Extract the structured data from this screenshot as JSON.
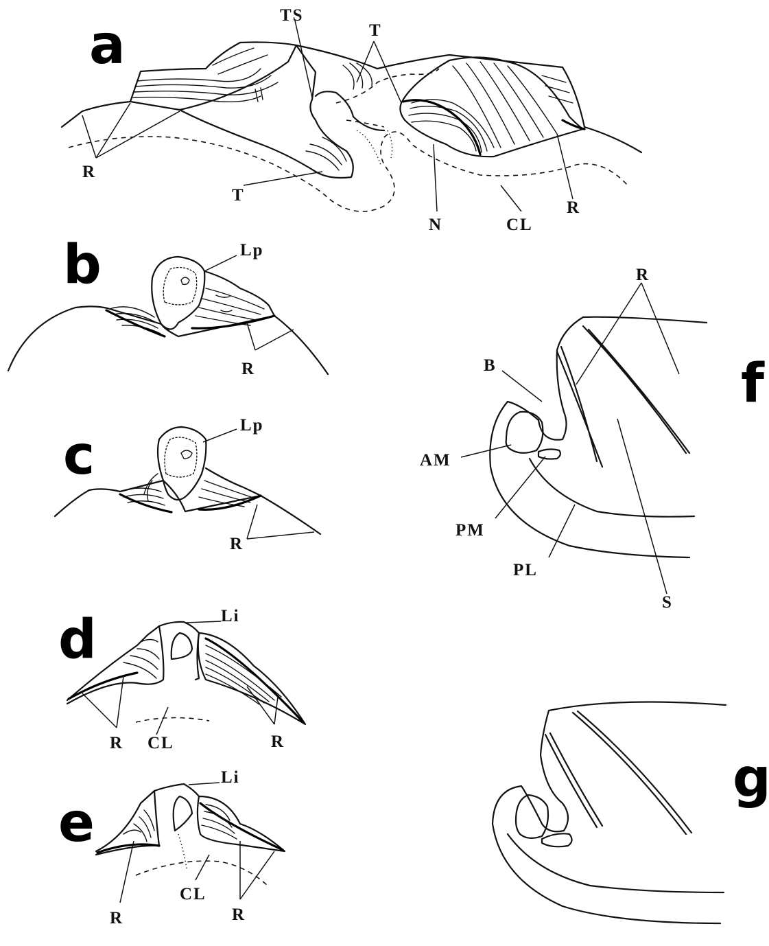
{
  "panels": {
    "a": {
      "letter": "a",
      "labels": {
        "ts": "TS",
        "t_top": "T",
        "t_bottom": "T",
        "r_left": "R",
        "r_right": "R",
        "n": "N",
        "cl": "CL"
      }
    },
    "b": {
      "letter": "b",
      "labels": {
        "lp": "Lp",
        "r": "R"
      }
    },
    "c": {
      "letter": "c",
      "labels": {
        "lp": "Lp",
        "r": "R"
      }
    },
    "d": {
      "letter": "d",
      "labels": {
        "li": "Li",
        "r_left": "R",
        "r_right": "R",
        "cl": "CL"
      }
    },
    "e": {
      "letter": "e",
      "labels": {
        "li": "Li",
        "r_left": "R",
        "r_right": "R",
        "cl": "CL"
      }
    },
    "f": {
      "letter": "f",
      "labels": {
        "r": "R",
        "b": "B",
        "am": "AM",
        "pm": "PM",
        "pl": "PL",
        "s": "S"
      }
    },
    "g": {
      "letter": "g"
    }
  }
}
